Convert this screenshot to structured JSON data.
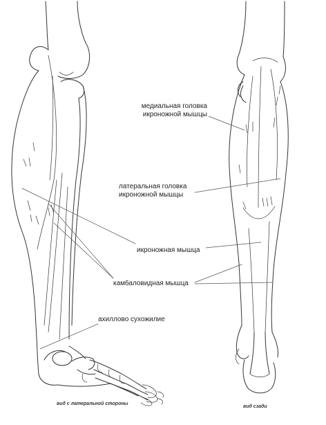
{
  "labels": {
    "medial_head_line1": "медиальная головка",
    "medial_head_line2": "икроножной мышцы",
    "lateral_head_line1": "латеральная головка",
    "lateral_head_line2": "икроножной мышцы",
    "gastrocnemius": "икроножная мышца",
    "soleus": "камбаловидная мышца",
    "achilles": "ахиллово сухожилие"
  },
  "captions": {
    "lateral_view": "вид с латеральной стороны",
    "rear_view": "вид сзади"
  }
}
